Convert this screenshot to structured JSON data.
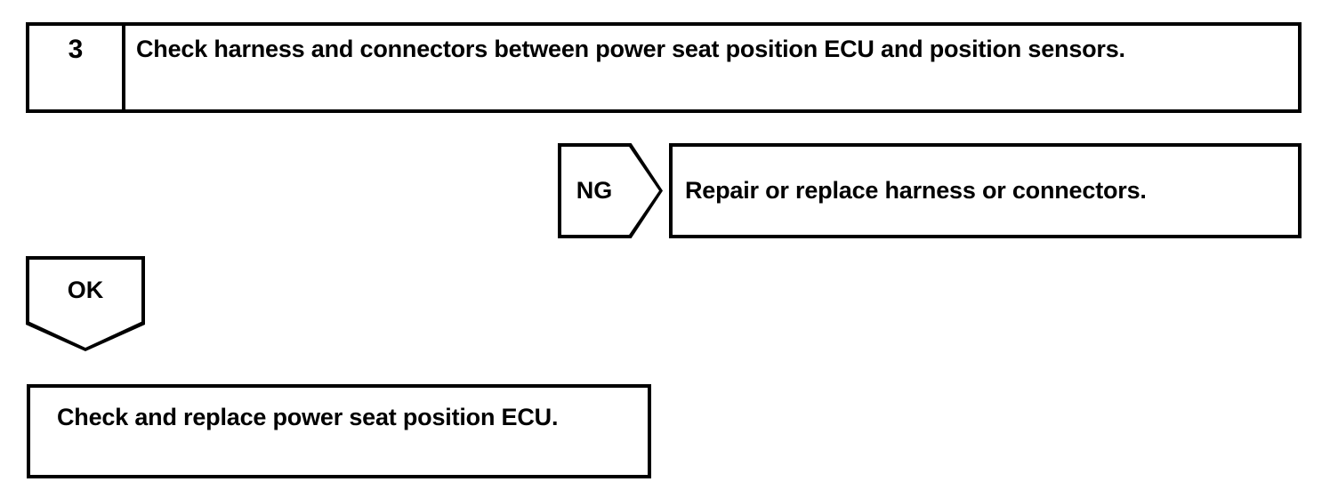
{
  "diagram": {
    "type": "troubleshooting-flowchart",
    "colors": {
      "line": "#000000",
      "background": "#ffffff",
      "text": "#000000"
    },
    "step": {
      "number": "3",
      "instruction": "Check harness and connectors between power seat position ECU and position sensors."
    },
    "branches": [
      {
        "id": "ng",
        "result_label": "NG",
        "direction": "right",
        "action": "Repair or replace harness or connectors."
      },
      {
        "id": "ok",
        "result_label": "OK",
        "direction": "down",
        "action": "Check and replace power seat position ECU."
      }
    ]
  }
}
